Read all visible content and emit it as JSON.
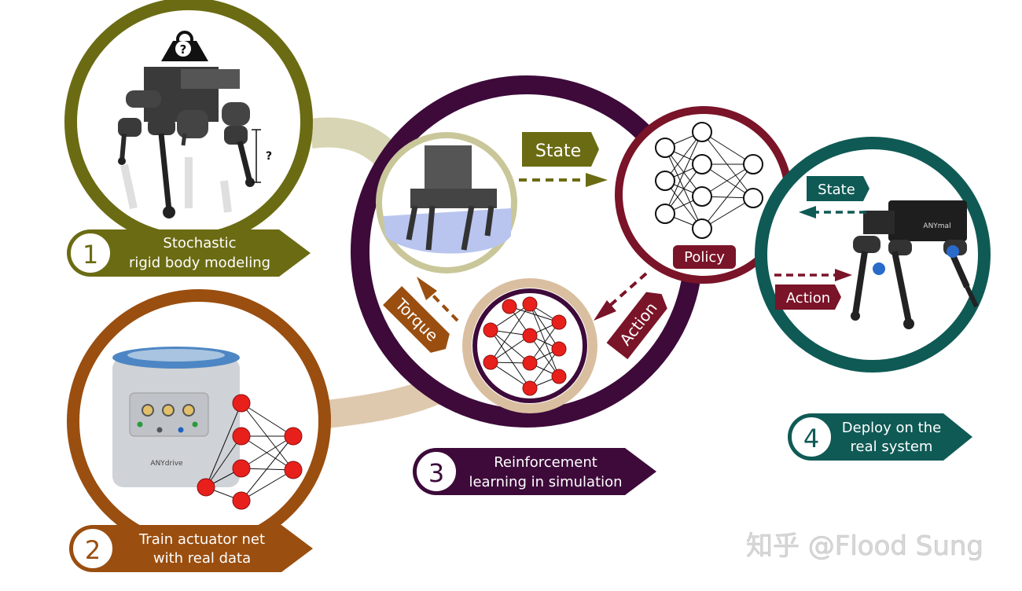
{
  "colors": {
    "olive": "#6b6b13",
    "olive_light": "#c9c79a",
    "brown": "#9a4e0f",
    "brown_light": "#d9bfa0",
    "purple": "#3d0a3a",
    "maroon": "#7a1428",
    "teal": "#0f5a55",
    "neuron_red": "#e8201c"
  },
  "steps": {
    "s1": {
      "number": "1",
      "line1": "Stochastic",
      "line2": "rigid body modeling"
    },
    "s2": {
      "number": "2",
      "line1": "Train actuator net",
      "line2": "with real data"
    },
    "s3": {
      "number": "3",
      "line1": "Reinforcement",
      "line2": "learning in simulation"
    },
    "s4": {
      "number": "4",
      "line1": "Deploy on the",
      "line2": "real system"
    }
  },
  "sim": {
    "state": "State",
    "policy": "Policy",
    "action": "Action",
    "torque": "Torque"
  },
  "real": {
    "state": "State",
    "action": "Action"
  },
  "model_marks": {
    "weight": "?",
    "dimension": "?"
  },
  "robot_brand": "ANYmal",
  "drive_brand": "ANYdrive",
  "watermark": "知乎 @Flood Sung"
}
